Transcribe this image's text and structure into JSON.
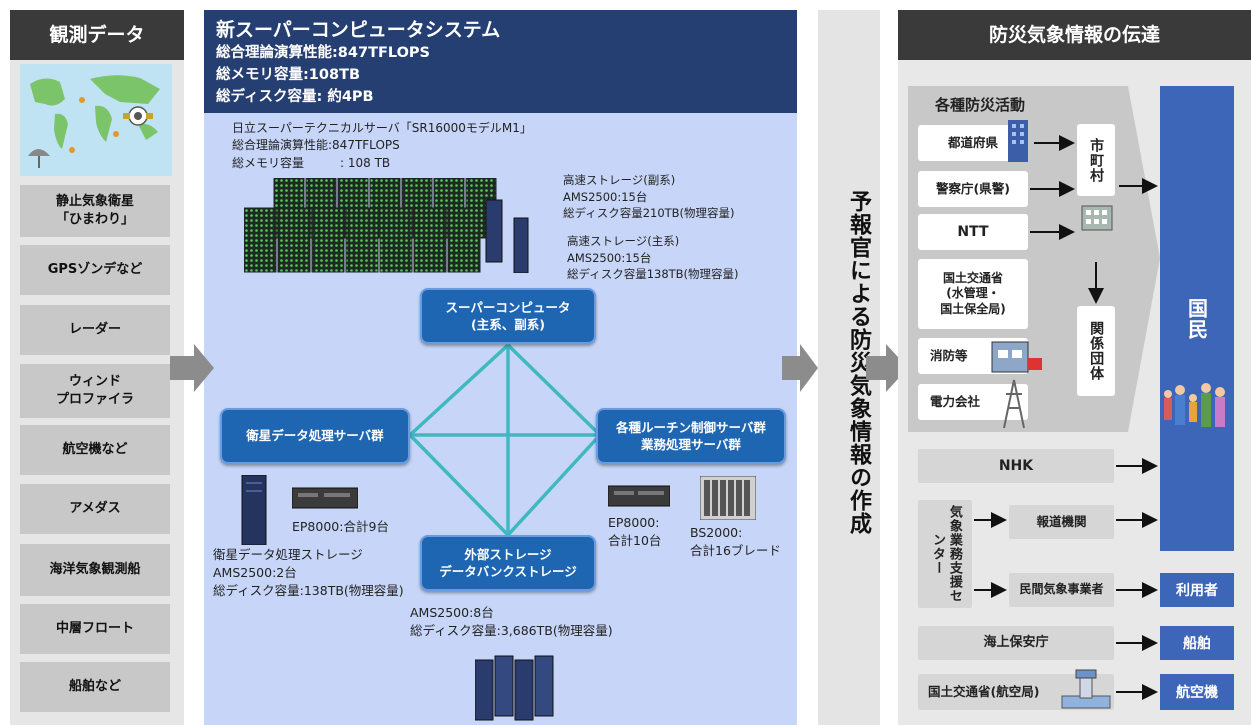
{
  "left": {
    "title": "観測データ",
    "items": [
      "静止気象衛星\n「ひまわり」",
      "GPSゾンデなど",
      "レーダー",
      "ウィンド\nプロファイラ",
      "航空機など",
      "アメダス",
      "海洋気象観測船",
      "中層フロート",
      "船舶など"
    ]
  },
  "middle": {
    "title": "新スーパーコンピュータシステム",
    "spec1": "総合理論演算性能:847TFLOPS",
    "spec2": "総メモリ容量:108TB",
    "spec3": "総ディスク容量: 約4PB",
    "hitachi": "日立スーパーテクニカルサーバ「SR16000モデルM1」\n総合理論演算性能:847TFLOPS\n総メモリ容量　　　: 108 TB",
    "storage_sub": "高速ストレージ(副系)\nAMS2500:15台\n総ディスク容量210TB(物理容量)",
    "storage_main": "高速ストレージ(主系)\nAMS2500:15台\n総ディスク容量138TB(物理容量)",
    "node_super": "スーパーコンピュータ\n(主系、副系)",
    "node_sat": "衛星データ処理サーバ群",
    "node_routine": "各種ルーチン制御サーバ群\n業務処理サーバ群",
    "node_ext": "外部ストレージ\nデータバンクストレージ",
    "ep_left": "EP8000:合計9台",
    "sat_storage": "衛星データ処理ストレージ\nAMS2500:2台\n総ディスク容量:138TB(物理容量)",
    "ep_right": "EP8000:\n合計10台",
    "bs": "BS2000:\n合計16ブレード",
    "ams_ext": "AMS2500:8台\n総ディスク容量:3,686TB(物理容量)"
  },
  "forecaster": {
    "text": "予報官による防災気象情報の作成"
  },
  "right": {
    "title": "防災気象情報の伝達",
    "activities_title": "各種防災活動",
    "pref": "都道府県",
    "police": "警察庁(県警)",
    "ntt": "NTT",
    "mlit": "国土交通省\n(水管理・\n国土保全局)",
    "fire": "消防等",
    "power": "電力会社",
    "city": "市町村",
    "related": "関係団体",
    "nation": "国民",
    "nhk": "NHK",
    "support_center": "気象業務支援センター",
    "press": "報道機関",
    "private": "民間気象事業者",
    "users": "利用者",
    "coast": "海上保安庁",
    "ships": "船舶",
    "mlit_air": "国土交通省(航空局)",
    "aircraft": "航空機"
  },
  "colors": {
    "dark_header": "#3a3a3a",
    "navy_header": "#263f73",
    "panel_blue": "#c7d6f8",
    "node_blue": "#1f66b2",
    "accent_blue": "#3d66b8",
    "teal_line": "#3fb8c0",
    "arrow_gray": "#8c8c8c"
  }
}
